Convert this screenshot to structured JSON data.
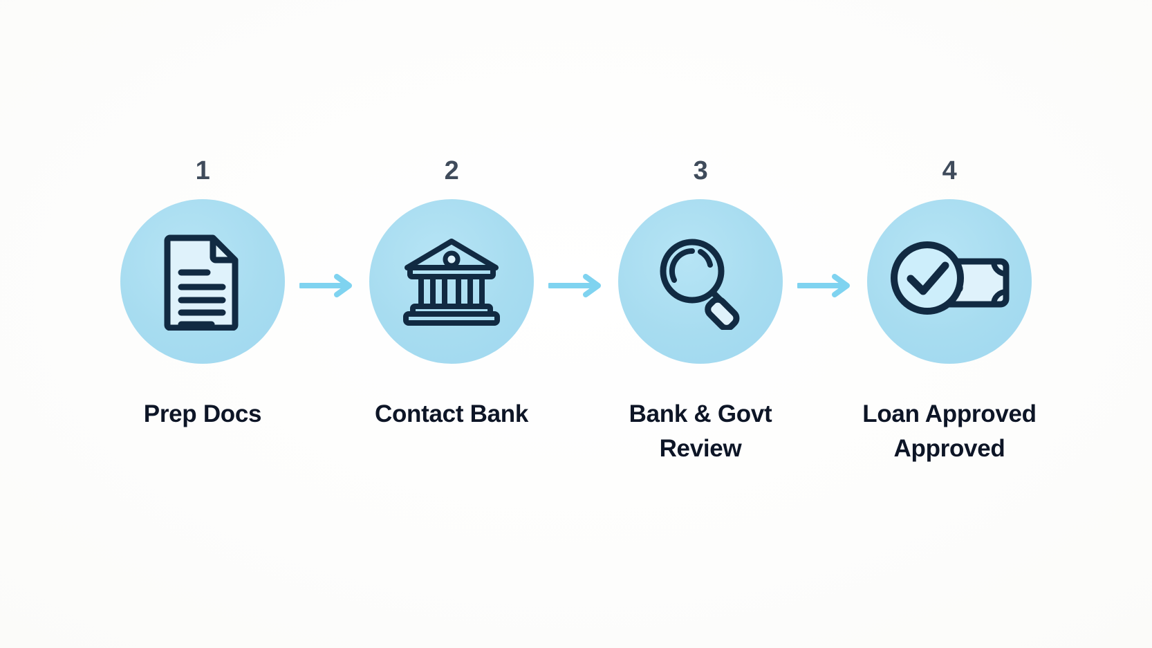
{
  "diagram": {
    "type": "horizontal-process-flow",
    "background_color": "#ffffff",
    "circle_color": "#a7dcf0",
    "icon_color": "#112a42",
    "arrow_color": "#7fd3f0",
    "number_color": "#3f4b5b",
    "label_color": "#0d1526",
    "steps": [
      {
        "number": "1",
        "label": "Prep Docs",
        "icon": "document-icon"
      },
      {
        "number": "2",
        "label": "Contact Bank",
        "icon": "bank-icon"
      },
      {
        "number": "3",
        "label": "Bank & Govt Review",
        "icon": "magnifier-icon"
      },
      {
        "number": "4",
        "label": "Loan Approved Approved",
        "icon": "approved-money-icon"
      }
    ],
    "connectors": [
      {
        "icon": "arrow-right-icon"
      },
      {
        "icon": "arrow-right-icon"
      },
      {
        "icon": "arrow-right-icon"
      }
    ]
  }
}
